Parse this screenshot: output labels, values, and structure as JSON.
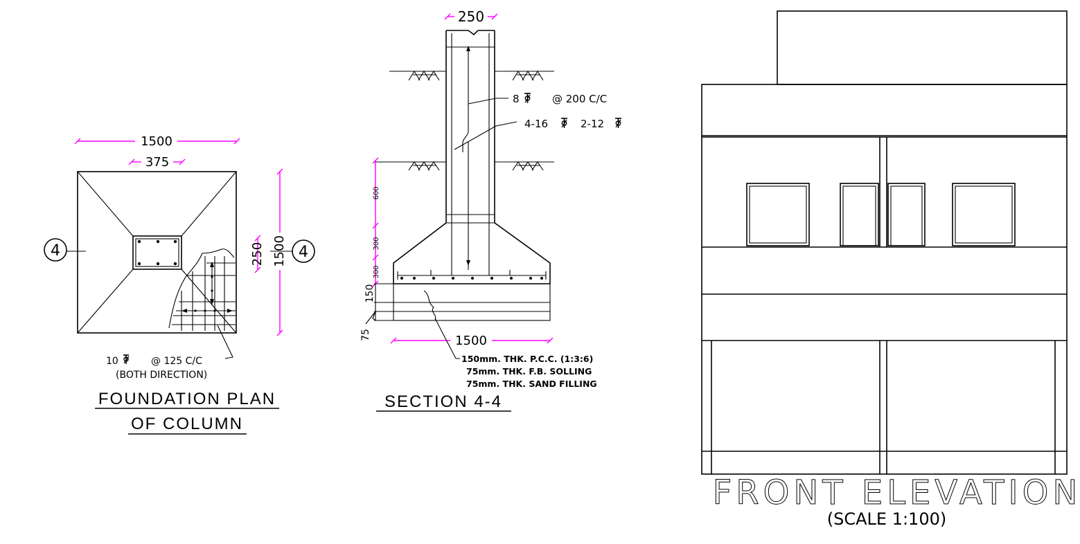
{
  "foundation_plan": {
    "dim_width": "1500",
    "dim_column": "375",
    "dim_column_depth": "250",
    "dim_height": "1500",
    "section_marker": "4",
    "rebar_note": "10",
    "rebar_spacing": "@ 125 C/C",
    "rebar_direction": "(BOTH DIRECTION)",
    "title_line1": "FOUNDATION  PLAN",
    "title_line2": "OF  COLUMN"
  },
  "section": {
    "dim_column_width": "250",
    "tie_bar": "8",
    "tie_spacing": "@ 200 C/C",
    "main_bars_1": "4-16",
    "main_bars_2": "2-12",
    "dim_600": "600",
    "dim_300a": "300",
    "dim_300b": "300",
    "dim_150": "150",
    "dim_75": "75",
    "dim_base": "1500",
    "note_1": "150mm.  THK.  P.C.C.  (1:3:6)",
    "note_2": "75mm.  THK.  F.B.  SOLLING",
    "note_3": "75mm.  THK.  SAND  FILLING",
    "title": "SECTION  4-4"
  },
  "elevation": {
    "title": "FRONT  ELEVATION",
    "scale": "(SCALE  1:100)"
  },
  "colors": {
    "dimension": "#ff00ff",
    "linework": "#000000"
  }
}
